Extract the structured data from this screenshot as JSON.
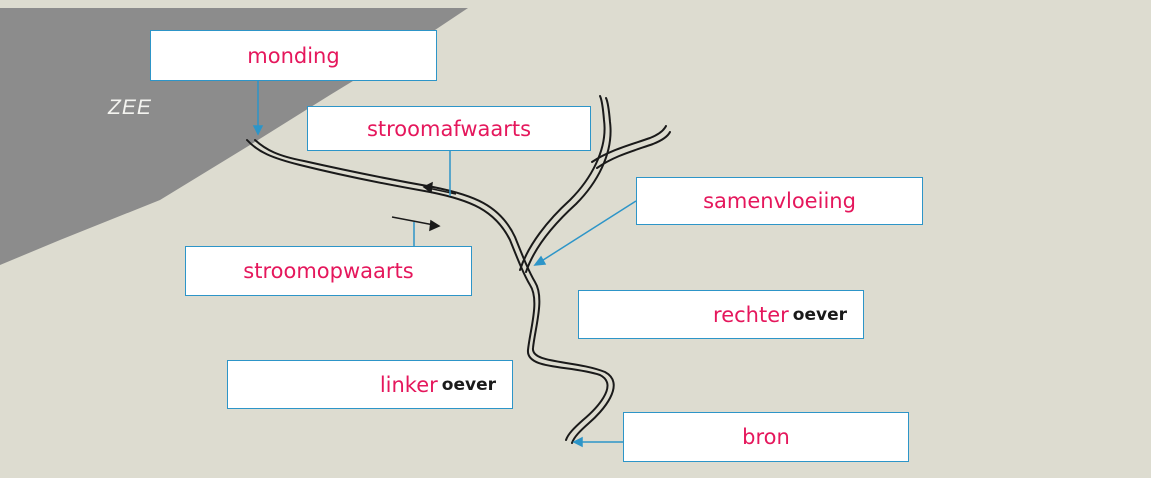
{
  "sea_label": "ZEE",
  "labels": {
    "monding": "monding",
    "stroomafwaarts": "stroomafwaarts",
    "samenvloeiing": "samenvloeiing",
    "stroomopwaarts": "stroomopwaarts",
    "rechter": "rechter",
    "rechter_suffix": "oever",
    "linker": "linker",
    "linker_suffix": "oever",
    "bron": "bron"
  },
  "colors": {
    "background": "#dddcd0",
    "sea": "#8c8c8c",
    "label_text": "#e5175c",
    "box_border": "#2d95c8",
    "pointer": "#2d95c8",
    "river": "#1a1a1a"
  }
}
